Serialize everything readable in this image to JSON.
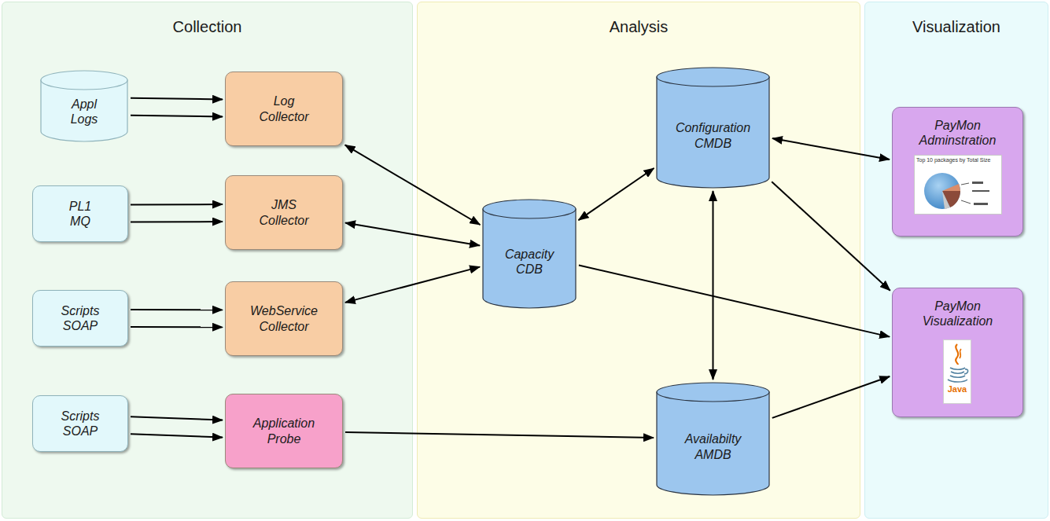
{
  "diagram": {
    "nodes": [
      {
        "text": [
          "Collection"
        ]
      },
      {
        "text": [
          "Appl Logs"
        ],
        "in": 0
      },
      {
        "text": [
          "Log Collector"
        ],
        "in": 0
      },
      {
        "text": [
          "PL1 MQ"
        ],
        "in": 0
      },
      {
        "text": [
          "JMS Collector"
        ],
        "in": 0
      },
      {
        "text": [
          "Scripts SOAP"
        ],
        "in": 0
      },
      {
        "text": [
          "WebService Collector"
        ],
        "in": 0
      },
      {
        "text": [
          "Scripts SOAP"
        ],
        "in": 0
      },
      {
        "text": [
          "Application Probe"
        ],
        "in": 0
      },
      {
        "text": [
          "Analysis"
        ]
      },
      {
        "text": [
          "Configuration CMDB"
        ],
        "in": 9
      },
      {
        "text": [
          "Capacity CDB"
        ],
        "in": 9
      },
      {
        "text": [
          "Availabilty AMDB"
        ],
        "in": 9
      },
      {
        "text": [
          "Visualization"
        ]
      },
      {
        "text": [
          "PayMon Adminstration"
        ],
        "in": 13
      },
      {
        "text": [
          "PayMon Visualization"
        ],
        "in": 13
      }
    ],
    "edges": [
      {
        "from": 1,
        "to": 2,
        "arrow": "to"
      },
      {
        "from": 1,
        "to": 2,
        "arrow": "to"
      },
      {
        "from": 3,
        "to": 4,
        "arrow": "to"
      },
      {
        "from": 3,
        "to": 4,
        "arrow": "to"
      },
      {
        "from": 5,
        "to": 6,
        "arrow": "to"
      },
      {
        "from": 5,
        "to": 6,
        "arrow": "to"
      },
      {
        "from": 7,
        "to": 8,
        "arrow": "to"
      },
      {
        "from": 7,
        "to": 8,
        "arrow": "to"
      },
      {
        "from": 2,
        "to": 11,
        "arrow": "both"
      },
      {
        "from": 4,
        "to": 11,
        "arrow": "both"
      },
      {
        "from": 6,
        "to": 11,
        "arrow": "both"
      },
      {
        "from": 8,
        "to": 12,
        "arrow": "to"
      },
      {
        "from": 11,
        "to": 10,
        "arrow": "both"
      },
      {
        "from": 10,
        "to": 12,
        "arrow": "both"
      },
      {
        "from": 10,
        "to": 14,
        "arrow": "both"
      },
      {
        "from": 10,
        "to": 15,
        "arrow": "to"
      },
      {
        "from": 11,
        "to": 15,
        "arrow": "to"
      },
      {
        "from": 12,
        "to": 15,
        "arrow": "to"
      }
    ],
    "labels": [
      "Top 10 packages by Total Size",
      "Java"
    ]
  }
}
